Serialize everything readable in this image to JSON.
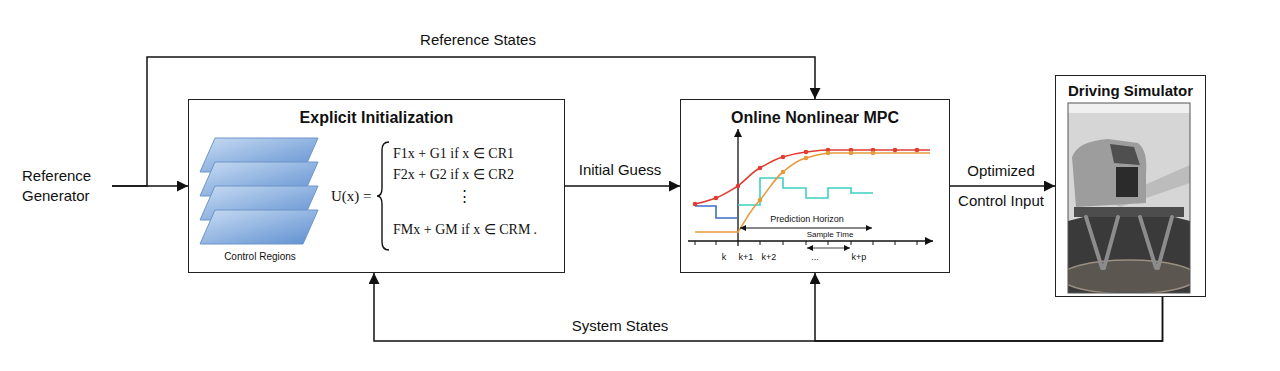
{
  "diagram": {
    "nodes": [
      {
        "text": [
          "Reference Generator"
        ]
      },
      {
        "text": [
          "Explicit Initialization",
          "Control Regions",
          "U(x) =",
          "F1x + G1 if x ∈ CR1",
          "F2x + G2 if x ∈ CR2",
          "⋮",
          "FMx + GM if x ∈ CRM",
          "."
        ]
      },
      {
        "text": [
          "Online Nonlinear MPC",
          "Prediction Horizon",
          "Sample Time",
          "k",
          "k+1",
          "k+2",
          "...",
          "k+p"
        ]
      },
      {
        "text": [
          "Driving Simulator"
        ]
      }
    ],
    "edges": [
      {
        "from": 0,
        "to": 1,
        "arrow": "to"
      },
      {
        "from": 0,
        "to": 2,
        "arrow": "to",
        "label": "Reference States"
      },
      {
        "from": 1,
        "to": 2,
        "arrow": "to",
        "label": "Initial Guess"
      },
      {
        "from": 2,
        "to": 3,
        "arrow": "to",
        "label": "Optimized Control Input"
      },
      {
        "from": 3,
        "to": 1,
        "arrow": "to",
        "label": "System States"
      },
      {
        "from": 3,
        "to": 2,
        "arrow": "to"
      }
    ]
  }
}
